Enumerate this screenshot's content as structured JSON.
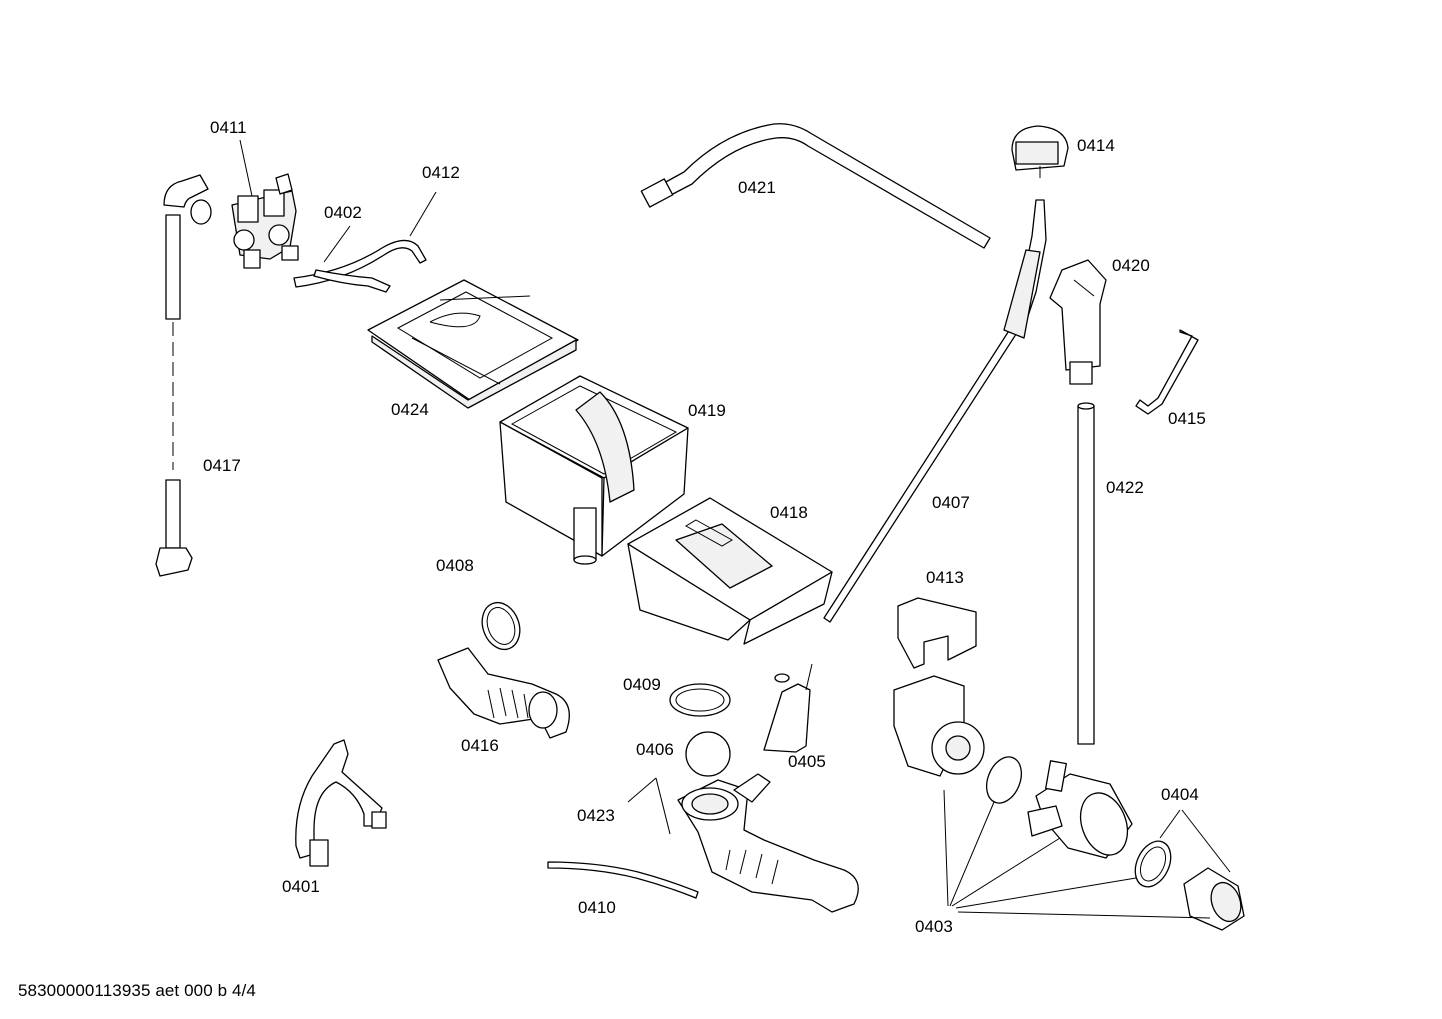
{
  "labels": {
    "p0401": "0401",
    "p0402": "0402",
    "p0403": "0403",
    "p0404": "0404",
    "p0405": "0405",
    "p0406": "0406",
    "p0407": "0407",
    "p0408": "0408",
    "p0409": "0409",
    "p0410": "0410",
    "p0411": "0411",
    "p0412": "0412",
    "p0413": "0413",
    "p0414": "0414",
    "p0415": "0415",
    "p0416": "0416",
    "p0417": "0417",
    "p0418": "0418",
    "p0419": "0419",
    "p0420": "0420",
    "p0421": "0421",
    "p0422": "0422",
    "p0423": "0423",
    "p0424": "0424"
  },
  "footer": "58300000113935 aet 000 b 4/4"
}
